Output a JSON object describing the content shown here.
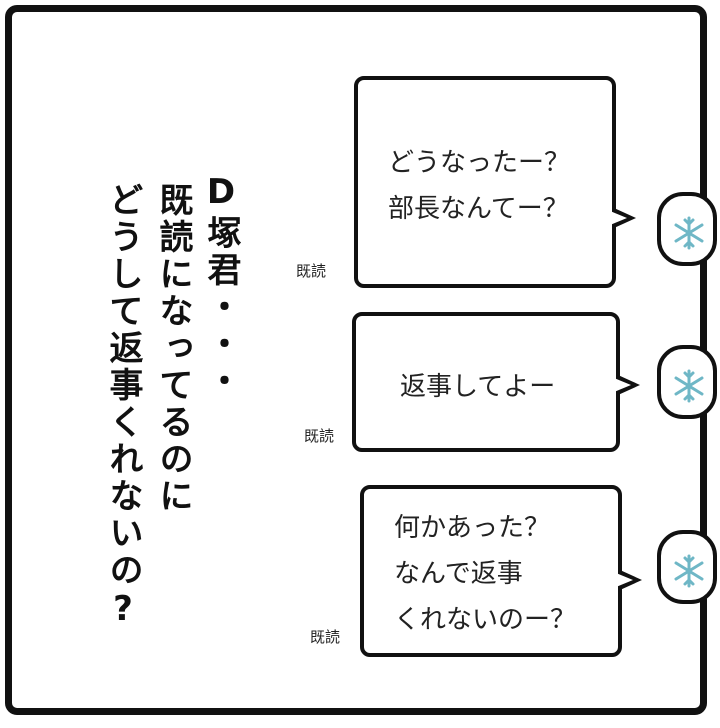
{
  "narration": {
    "line1": "D塚君・・・",
    "line2": "既読になってるのに",
    "line3": "どうして返事くれないの?"
  },
  "messages": [
    {
      "lines": [
        "どうなったー？",
        "部長なんてー？"
      ],
      "read_label": "既読"
    },
    {
      "lines": [
        "返事してよー"
      ],
      "read_label": "既読"
    },
    {
      "lines": [
        "何かあった？",
        "なんで返事",
        "くれないのー？"
      ],
      "read_label": "既読"
    }
  ],
  "colors": {
    "ink": "#111111",
    "avatar_snowflake": "#6fb7c6"
  },
  "icons": {
    "avatar": "snowflake-icon"
  }
}
